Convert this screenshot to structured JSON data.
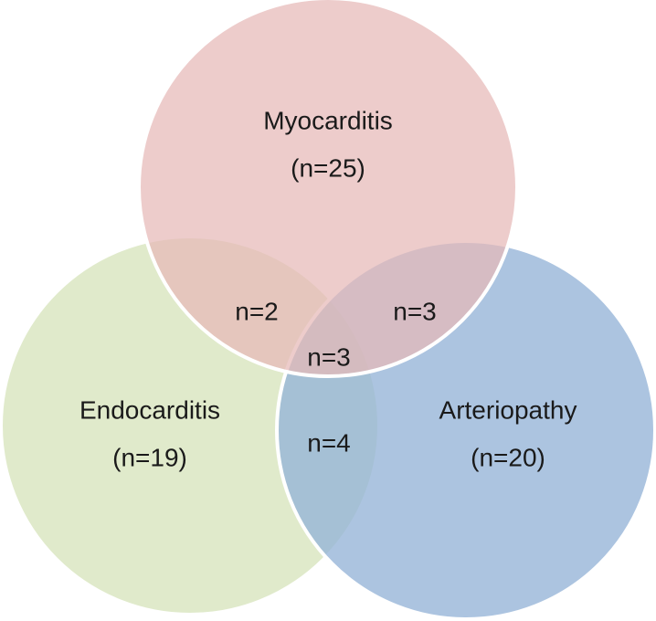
{
  "venn": {
    "sets": [
      {
        "key": "myocarditis",
        "name": "Myocarditis",
        "count": "(n=25)",
        "color": "#e6b8b7"
      },
      {
        "key": "endocarditis",
        "name": "Endocarditis",
        "count": "(n=19)",
        "color": "#d7e4bd"
      },
      {
        "key": "arteriopathy",
        "name": "Arteriopathy",
        "count": "(n=20)",
        "color": "#95b3d7"
      }
    ],
    "overlaps": {
      "myocarditis_endocarditis": "n=2",
      "myocarditis_arteriopathy": "n=3",
      "all_three": "n=3",
      "endocarditis_arteriopathy": "n=4"
    }
  }
}
